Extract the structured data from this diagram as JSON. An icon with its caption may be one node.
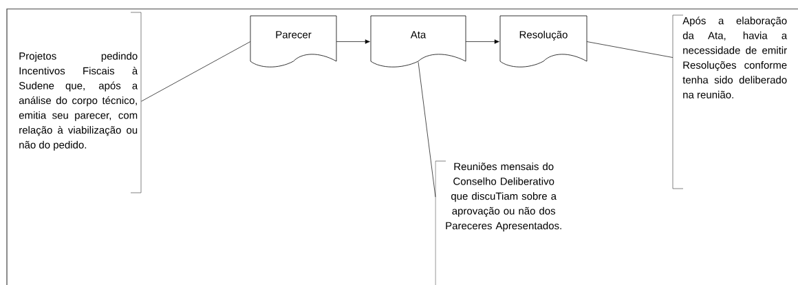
{
  "diagram": {
    "nodes": [
      {
        "text": [
          "Projetos pedindo Incentivos Fiscais à Sudene que, após a análise do corpo técnico, emitia seu parecer, com relação à viabilização ou não do pedido."
        ]
      },
      {
        "text": [
          "Parecer"
        ]
      },
      {
        "text": [
          "Ata"
        ]
      },
      {
        "text": [
          "Resolução"
        ]
      },
      {
        "text": [
          "Reuniões mensais do Conselho Deliberativo que discuTiam sobre a aprovação ou não dos Pareceres Apresentados."
        ]
      },
      {
        "text": [
          "Após a elaboração da Ata, havia a necessidade de emitir Resoluções conforme tenha sido deliberado na reunião."
        ]
      }
    ],
    "edges": [
      {
        "from": 0,
        "to": 1,
        "arrow": "none"
      },
      {
        "from": 1,
        "to": 2,
        "arrow": "to"
      },
      {
        "from": 2,
        "to": 3,
        "arrow": "to"
      },
      {
        "from": 4,
        "to": 2,
        "arrow": "none"
      },
      {
        "from": 5,
        "to": 3,
        "arrow": "none"
      }
    ]
  }
}
